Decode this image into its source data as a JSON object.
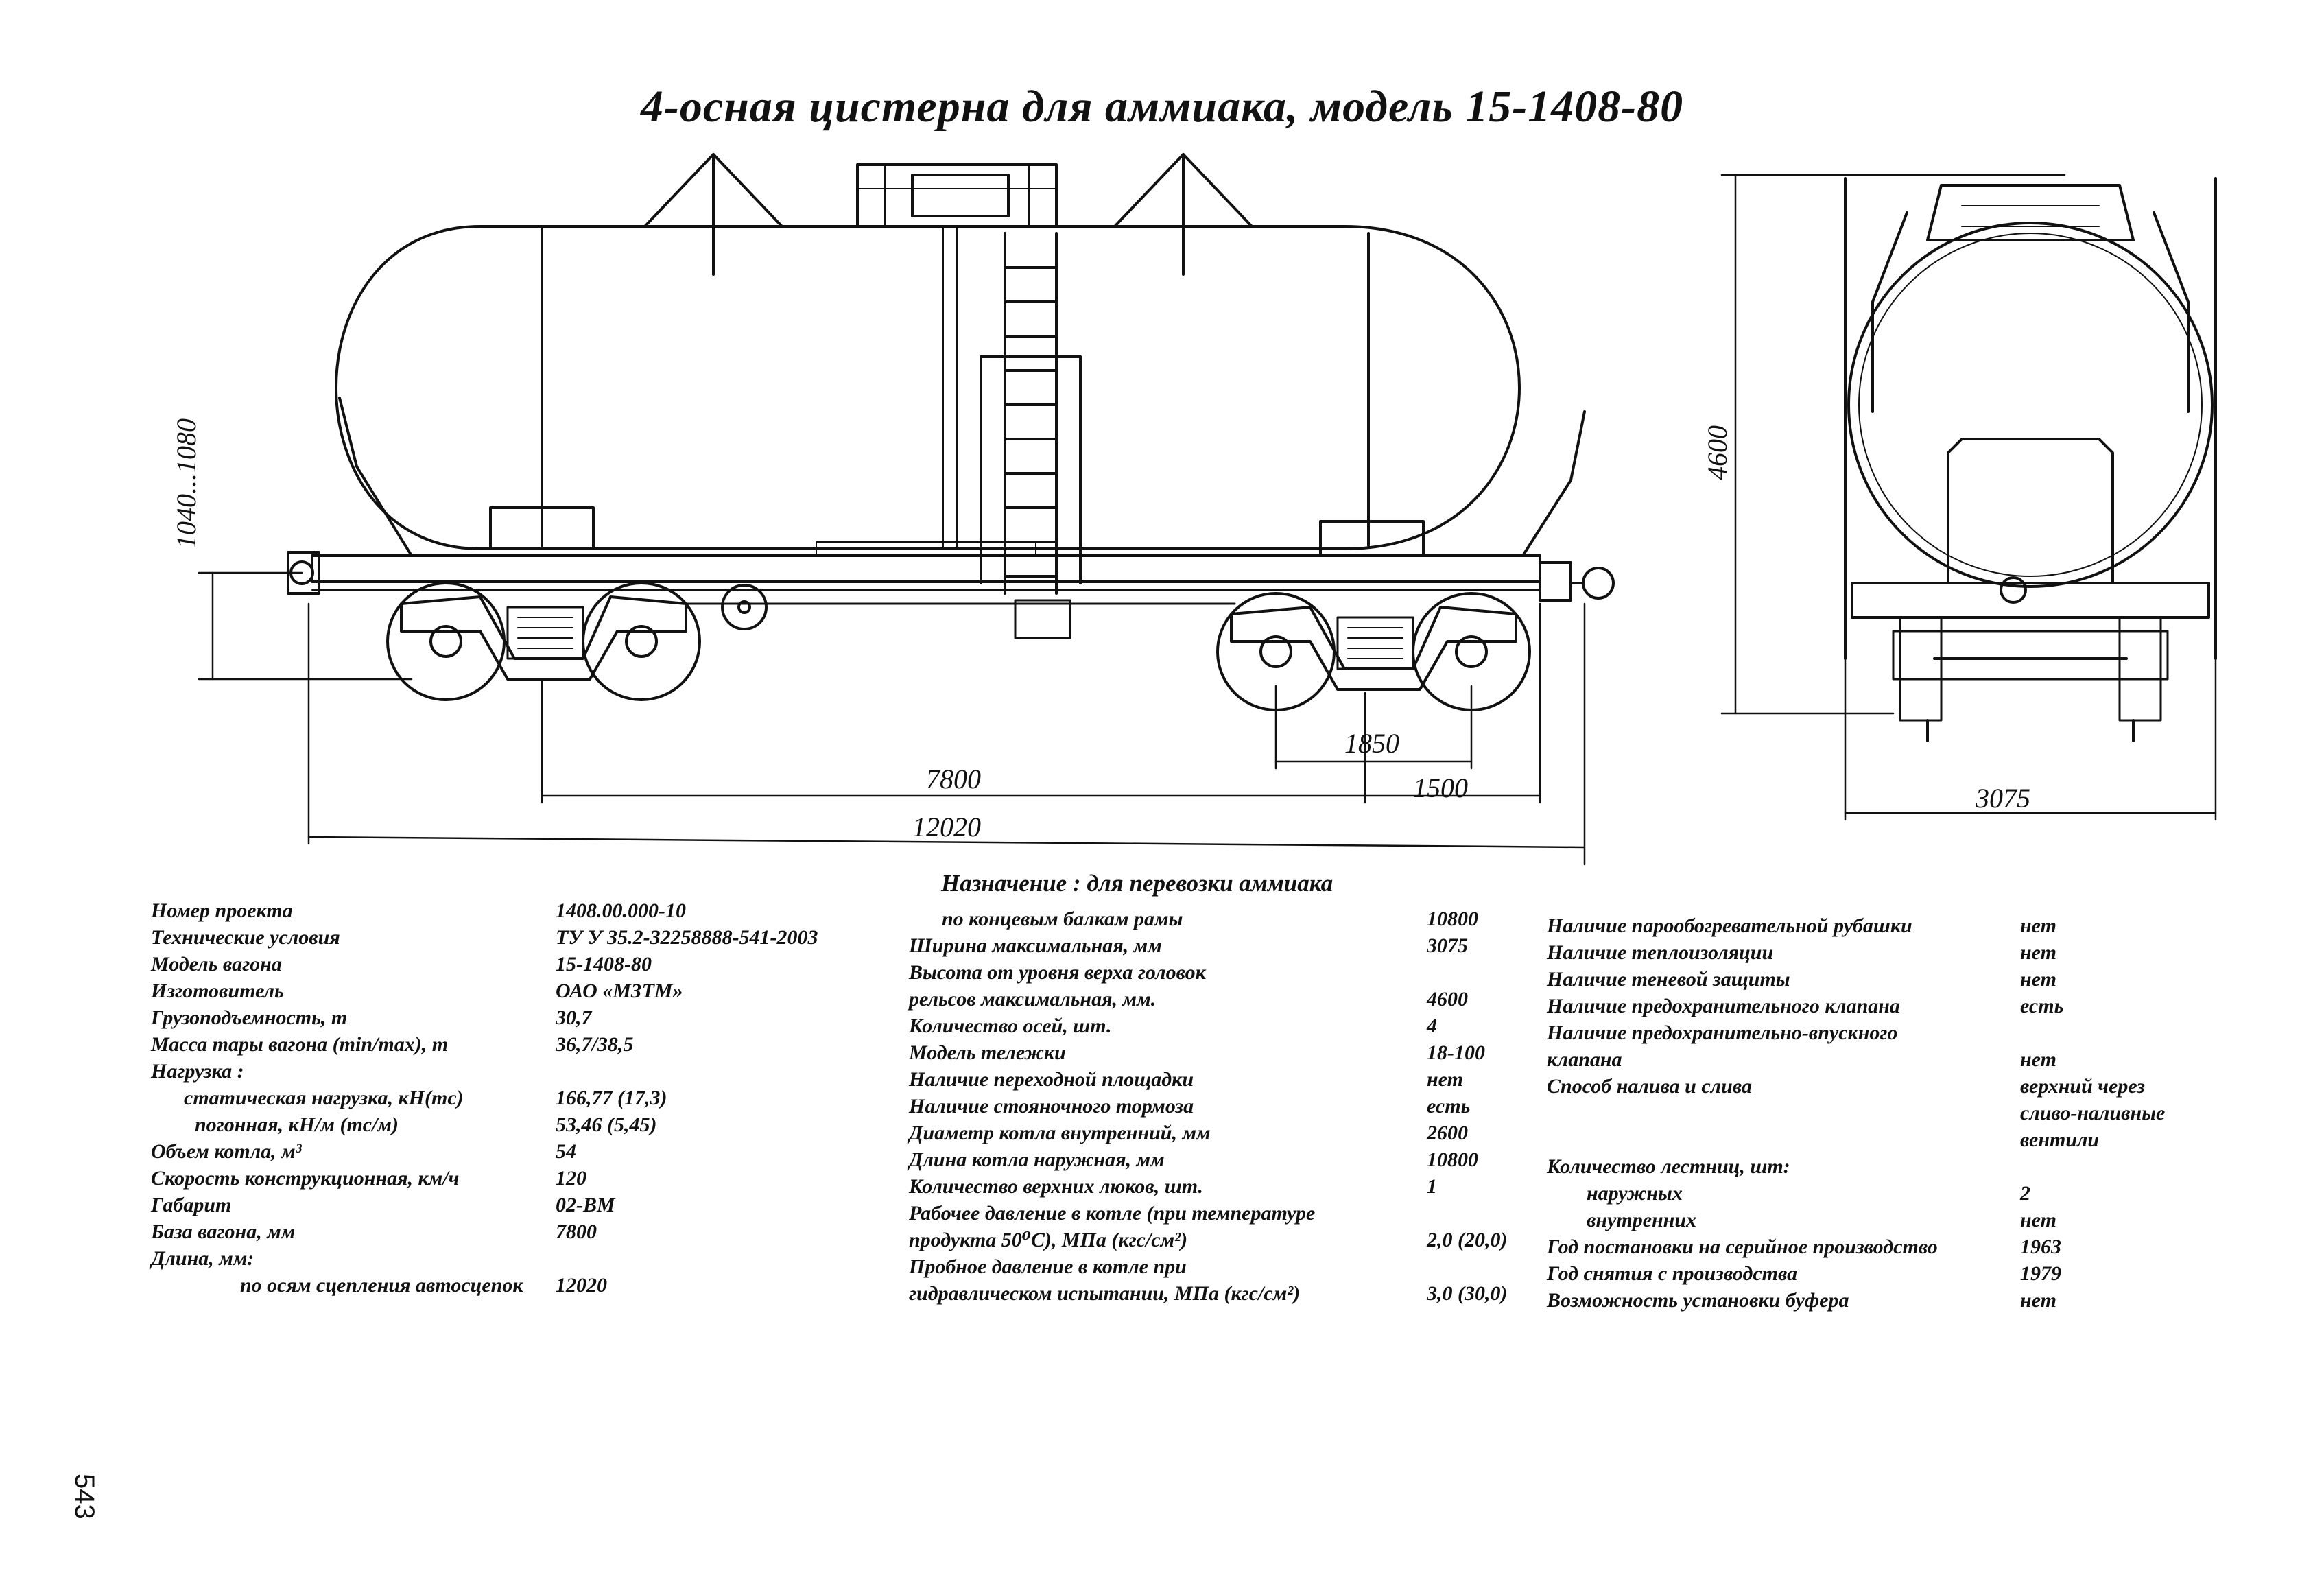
{
  "title": "4-осная цистерна для аммиака, модель 15-1408-80",
  "dimensions": {
    "height_range": "1040...1080",
    "height_total": "4600",
    "bogie_base": "1850",
    "wagon_base": "7800",
    "overhang": "1500",
    "coupling_length": "12020",
    "width": "3075"
  },
  "purpose": "Назначение : для перевозки аммиака",
  "specs_left": [
    {
      "label": "Номер проекта",
      "value": "1408.00.000-10",
      "indent": 0
    },
    {
      "label": "Технические условия",
      "value": "ТУ У 35.2-32258888-541-2003",
      "indent": 0
    },
    {
      "label": "Модель вагона",
      "value": "15-1408-80",
      "indent": 0
    },
    {
      "label": "Изготовитель",
      "value": "ОАО «МЗТМ»",
      "indent": 0
    },
    {
      "label": "Грузоподъемность, т",
      "value": "30,7",
      "indent": 0
    },
    {
      "label": "Масса тары вагона (min/max), т",
      "value": "36,7/38,5",
      "indent": 0
    },
    {
      "label": "Нагрузка :",
      "value": "",
      "indent": 0
    },
    {
      "label": "статическая нагрузка, кН(тс)",
      "value": "166,77 (17,3)",
      "indent": 1
    },
    {
      "label": "погонная, кН/м (тс/м)",
      "value": "53,46 (5,45)",
      "indent": 2
    },
    {
      "label": "Объем котла, м³",
      "value": "54",
      "indent": 0
    },
    {
      "label": "Скорость конструкционная, км/ч",
      "value": "120",
      "indent": 0
    },
    {
      "label": "Габарит",
      "value": "02-ВМ",
      "indent": 0
    },
    {
      "label": "База вагона, мм",
      "value": "7800",
      "indent": 0
    },
    {
      "label": "Длина, мм:",
      "value": "",
      "indent": 0
    },
    {
      "label": "по осям сцепления автосцепок",
      "value": "12020",
      "indent": 3
    }
  ],
  "specs_middle": [
    {
      "label": "по концевым балкам рамы",
      "value": "10800",
      "indent": 1
    },
    {
      "label": "Ширина максимальная, мм",
      "value": "3075",
      "indent": 0
    },
    {
      "label": "Высота от уровня верха головок",
      "value": "",
      "indent": 0
    },
    {
      "label": "рельсов максимальная, мм.",
      "value": "4600",
      "indent": 0
    },
    {
      "label": "Количество осей, шт.",
      "value": "4",
      "indent": 0
    },
    {
      "label": "Модель тележки",
      "value": "18-100",
      "indent": 0
    },
    {
      "label": "Наличие переходной площадки",
      "value": "нет",
      "indent": 0
    },
    {
      "label": "Наличие стояночного тормоза",
      "value": "есть",
      "indent": 0
    },
    {
      "label": "Диаметр котла внутренний, мм",
      "value": "2600",
      "indent": 0
    },
    {
      "label": "Длина котла наружная, мм",
      "value": "10800",
      "indent": 0
    },
    {
      "label": "Количество верхних люков, шт.",
      "value": "1",
      "indent": 0
    },
    {
      "label": "Рабочее давление в котле (при температуре",
      "value": "",
      "indent": 0
    },
    {
      "label": "продукта 50⁰С), МПа (кгс/см²)",
      "value": "2,0 (20,0)",
      "indent": 0
    },
    {
      "label": "Пробное давление в котле при",
      "value": "",
      "indent": 0
    },
    {
      "label": "гидравлическом испытании, МПа (кгс/см²)",
      "value": "3,0 (30,0)",
      "indent": 0
    }
  ],
  "specs_right": [
    {
      "label": "Наличие парообогревательной рубашки",
      "value": "нет",
      "indent": 0
    },
    {
      "label": "Наличие теплоизоляции",
      "value": "нет",
      "indent": 0
    },
    {
      "label": "Наличие теневой защиты",
      "value": "нет",
      "indent": 0
    },
    {
      "label": "Наличие предохранительного клапана",
      "value": "есть",
      "indent": 0
    },
    {
      "label": "Наличие предохранительно-впускного",
      "value": "",
      "indent": 0
    },
    {
      "label": "клапана",
      "value": "нет",
      "indent": 0
    },
    {
      "label": "Способ налива и слива",
      "value": "верхний через",
      "indent": 0
    },
    {
      "label": "",
      "value": "сливо-наливные",
      "indent": 0
    },
    {
      "label": "",
      "value": "вентили",
      "indent": 0
    },
    {
      "label": "Количество лестниц, шт:",
      "value": "",
      "indent": 0
    },
    {
      "label": "наружных",
      "value": "2",
      "indent": 4
    },
    {
      "label": "внутренних",
      "value": "нет",
      "indent": 4
    },
    {
      "label": "Год постановки на серийное производство",
      "value": "1963",
      "indent": 0
    },
    {
      "label": "Год снятия с производства",
      "value": "1979",
      "indent": 0
    },
    {
      "label": "Возможность установки буфера",
      "value": "нет",
      "indent": 0
    }
  ],
  "page_number": "543"
}
